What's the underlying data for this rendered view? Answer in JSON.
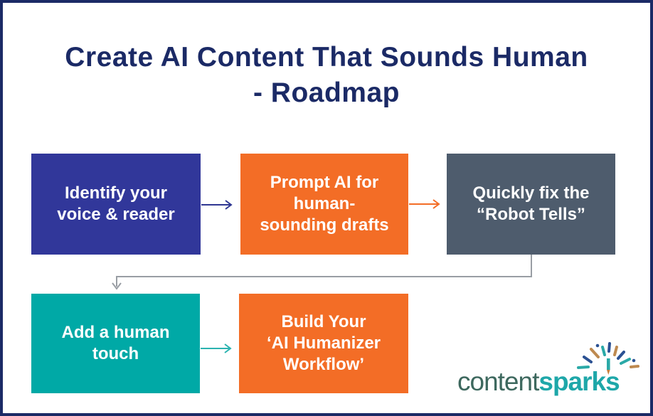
{
  "frame": {
    "border_color": "#1B2A66",
    "background": "#FFFFFF",
    "title_color": "#1B2A66"
  },
  "title": {
    "line1": "Create AI Content That Sounds Human",
    "line2": "- Roadmap"
  },
  "steps": [
    {
      "label": "Identify your\nvoice & reader",
      "color": "#31379A"
    },
    {
      "label": "Prompt AI for\nhuman-\nsounding drafts",
      "color": "#F36D26"
    },
    {
      "label": "Quickly fix the\n“Robot Tells”",
      "color": "#4E5C6D"
    },
    {
      "label": "Add a human\ntouch",
      "color": "#00A9A6"
    },
    {
      "label": "Build Your\n‘AI Humanizer\nWorkflow’",
      "color": "#F36D26"
    }
  ],
  "connectors": [
    {
      "from": "step-1",
      "to": "step-2",
      "color": "#2F3792"
    },
    {
      "from": "step-2",
      "to": "step-3",
      "color": "#F36D26"
    },
    {
      "from": "step-3",
      "to": "step-4",
      "color": "#999EA4"
    },
    {
      "from": "step-4",
      "to": "step-5",
      "color": "#2BB3B0"
    }
  ],
  "logo": {
    "part1": "content",
    "part2": "sparks",
    "part1_color": "#3D685E",
    "part2_color": "#1EA7A9",
    "spark_teal": "#2AA9A7",
    "spark_navy": "#2B5193",
    "spark_tan": "#BE8A50",
    "pencil_body_color": "#2AA9A7",
    "pencil_tip_color": "#C9803B"
  }
}
